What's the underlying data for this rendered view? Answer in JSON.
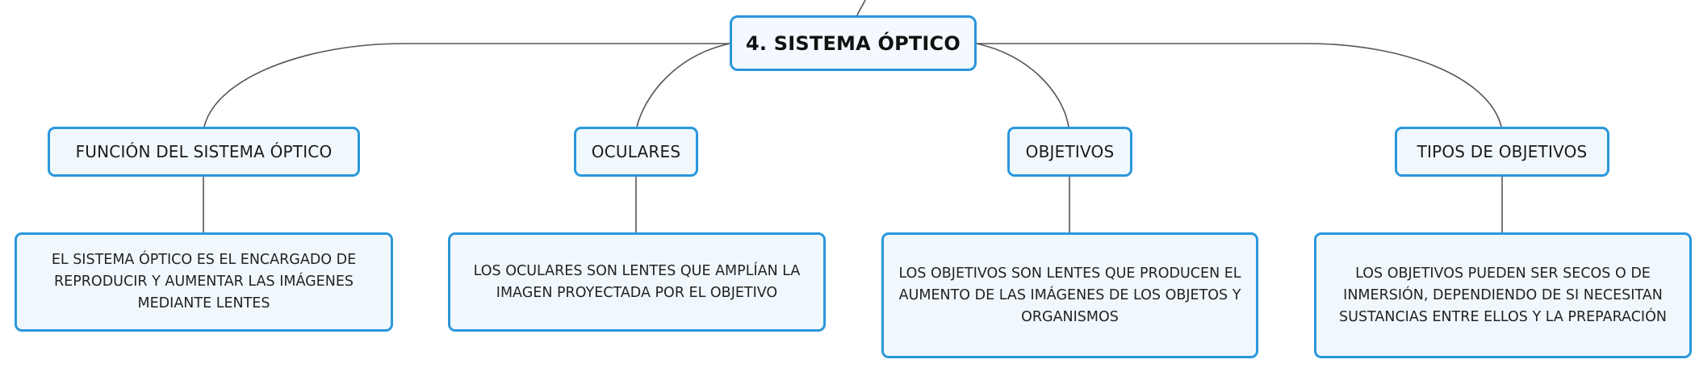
{
  "map": {
    "root": {
      "label": "4. SISTEMA ÓPTICO"
    },
    "topics": [
      {
        "label": "FUNCIÓN DEL SISTEMA ÓPTICO"
      },
      {
        "label": "OCULARES"
      },
      {
        "label": "OBJETIVOS"
      },
      {
        "label": "TIPOS DE OBJETIVOS"
      }
    ],
    "details": [
      {
        "text": "EL SISTEMA ÓPTICO ES EL ENCARGADO DE REPRODUCIR Y AUMENTAR LAS IMÁGENES MEDIANTE LENTES"
      },
      {
        "text": "LOS OCULARES SON LENTES QUE AMPLÍAN LA IMAGEN PROYECTADA POR EL OBJETIVO"
      },
      {
        "text": "LOS OBJETIVOS SON LENTES QUE PRODUCEN EL AUMENTO DE LAS IMÁGENES DE LOS OBJETOS Y ORGANISMOS"
      },
      {
        "text": "LOS OBJETIVOS PUEDEN SER SECOS O DE INMERSIÓN, DEPENDIENDO DE SI NECESITAN SUSTANCIAS ENTRE ELLOS Y LA PREPARACIÓN"
      }
    ]
  },
  "colors": {
    "node_border": "#2a97dc",
    "node_fill": "#f1f8fd",
    "connector": "#555555"
  }
}
